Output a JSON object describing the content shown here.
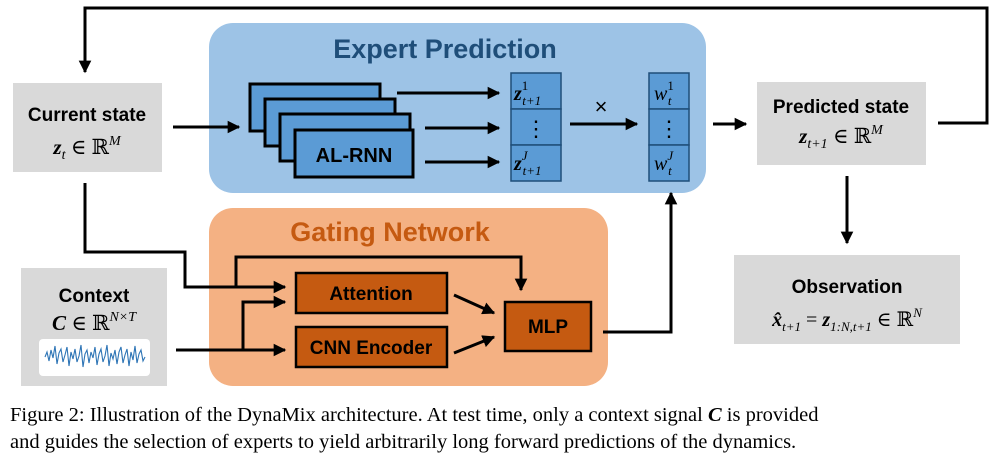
{
  "colors": {
    "expert_bg": "#9dc3e6",
    "expert_title": "#1f4e79",
    "rnn_fill": "#5b9bd5",
    "gating_bg": "#f4b183",
    "gating_title": "#c55a11",
    "gating_block": "#c55a11",
    "state_box": "#d9d9d9",
    "arrow": "#000000"
  },
  "expert": {
    "title": "Expert Prediction",
    "rnn_label": "AL-RNN",
    "z_top": "z",
    "z_top_sup": "1",
    "z_top_sub": "t+1",
    "dots": "⋮",
    "z_bottom": "z",
    "z_bottom_sup": "J",
    "z_bottom_sub": "t+1",
    "times": "×",
    "w_top": "w",
    "w_top_sup": "1",
    "w_top_sub": "t",
    "w_bottom": "w",
    "w_bottom_sup": "J",
    "w_bottom_sub": "t"
  },
  "gating": {
    "title": "Gating Network",
    "attention": "Attention",
    "cnn": "CNN Encoder",
    "mlp": "MLP"
  },
  "current_state": {
    "title": "Current state",
    "var": "z",
    "sub": "t",
    "rel": " ∈ ℝ",
    "sup": "M"
  },
  "context": {
    "title": "Context",
    "var": "C",
    "rel": " ∈ ℝ",
    "sup": "N×T"
  },
  "predicted_state": {
    "title": "Predicted state",
    "var": "z",
    "sub": "t+1",
    "rel": " ∈ ℝ",
    "sup": "M"
  },
  "observation": {
    "title": "Observation",
    "var": "x̂",
    "sub": "t+1",
    "eq": " = ",
    "var2": "z",
    "sub2": "1:N,t+1",
    "rel": " ∈ ℝ",
    "sup": "N"
  },
  "caption": {
    "line1_pre": "Figure 2: Illustration of the DynaMix architecture. At test time, only a context signal ",
    "symbol": "C",
    "line1_post": " is provided",
    "line2": "and guides the selection of experts to yield arbitrarily long forward predictions of the dynamics."
  }
}
